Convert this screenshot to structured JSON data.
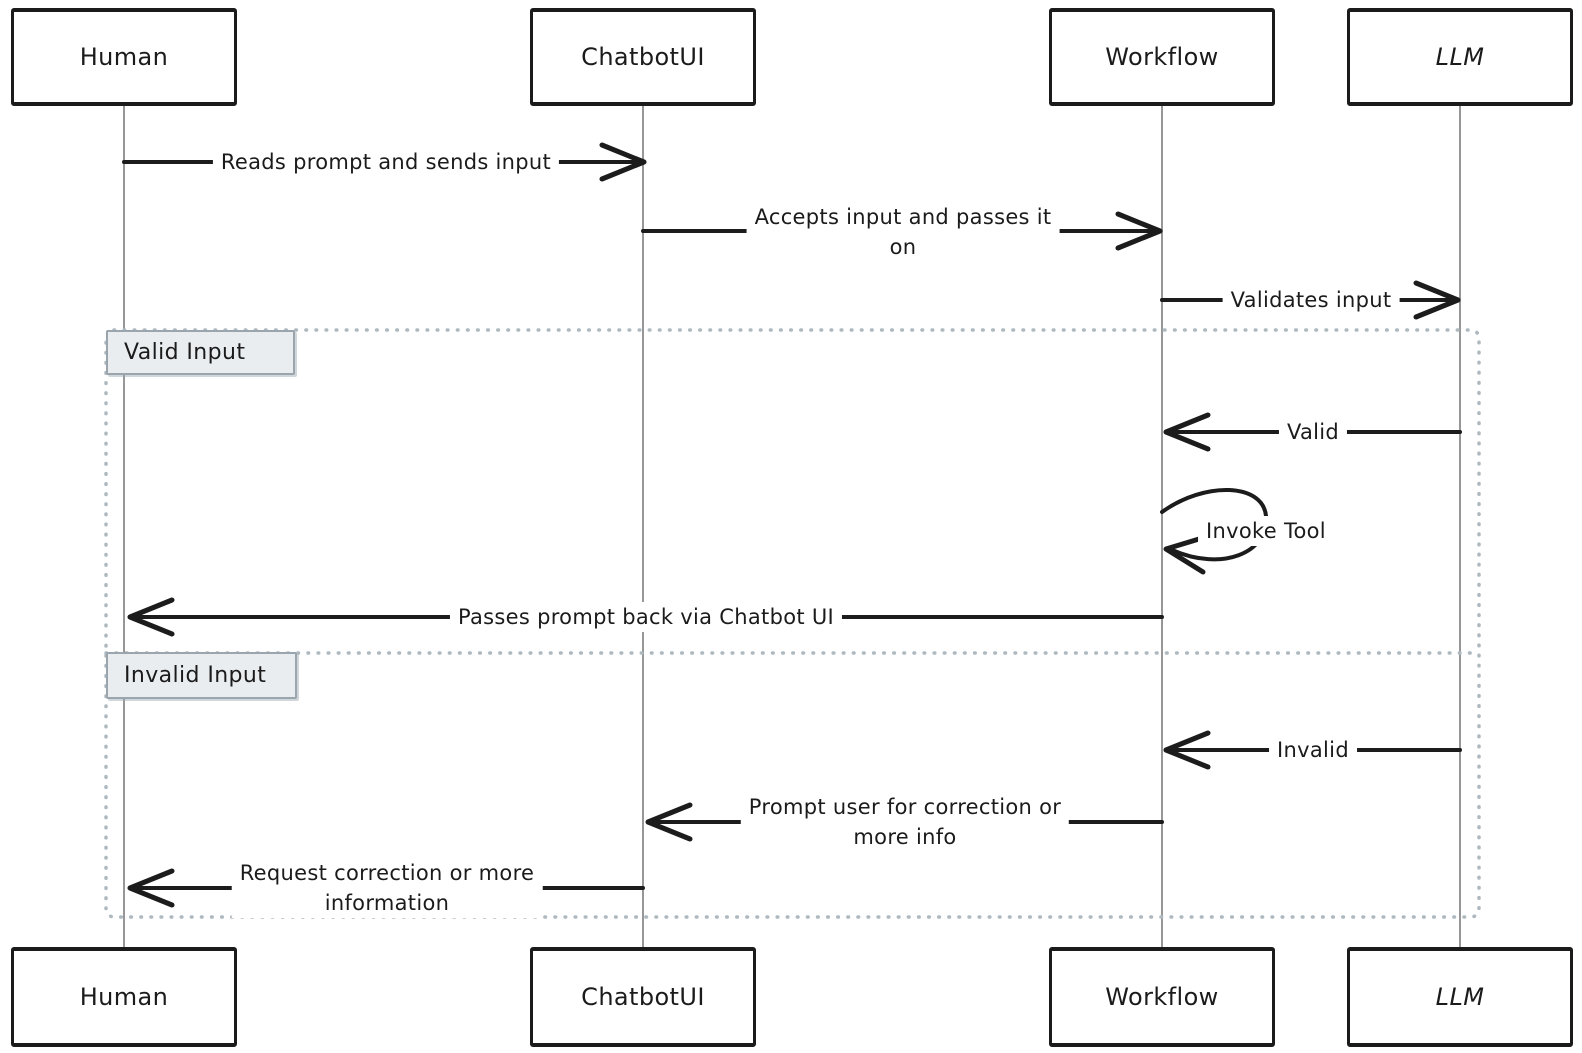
{
  "diagram": {
    "type": "sequence-diagram",
    "style": "hand-drawn",
    "actors": [
      {
        "id": "human",
        "label": "Human"
      },
      {
        "id": "chatbotui",
        "label": "ChatbotUI"
      },
      {
        "id": "workflow",
        "label": "Workflow"
      },
      {
        "id": "llm",
        "label": "LLM"
      }
    ],
    "frames": [
      {
        "label": "Valid Input"
      },
      {
        "label": "Invalid Input"
      }
    ],
    "messages": [
      {
        "from": "Human",
        "to": "ChatbotUI",
        "lines": [
          "Reads prompt and sends input"
        ]
      },
      {
        "from": "ChatbotUI",
        "to": "Workflow",
        "lines": [
          "Accepts input and passes it",
          "on"
        ]
      },
      {
        "from": "Workflow",
        "to": "LLM",
        "lines": [
          "Validates input"
        ]
      },
      {
        "from": "LLM",
        "to": "Workflow",
        "lines": [
          "Valid"
        ],
        "frame": "Valid Input"
      },
      {
        "from": "Workflow",
        "to": "Workflow",
        "lines": [
          "Invoke Tool"
        ],
        "self_loop": true,
        "frame": "Valid Input"
      },
      {
        "from": "Workflow",
        "to": "Human",
        "lines": [
          "Passes prompt back via Chatbot UI"
        ],
        "frame": "Valid Input"
      },
      {
        "from": "LLM",
        "to": "Workflow",
        "lines": [
          "Invalid"
        ],
        "frame": "Invalid Input"
      },
      {
        "from": "Workflow",
        "to": "ChatbotUI",
        "lines": [
          "Prompt user for correction or",
          "more info"
        ],
        "frame": "Invalid Input"
      },
      {
        "from": "ChatbotUI",
        "to": "Human",
        "lines": [
          "Request correction or more",
          "information"
        ],
        "frame": "Invalid Input"
      }
    ],
    "colors": {
      "stroke": "#1b1b1b",
      "lifeline": "#979797",
      "frame_dots": "#aeb8bf",
      "frame_label_bg": "#e9edf0",
      "frame_label_border": "#9aa5ad",
      "background": "#ffffff"
    }
  }
}
